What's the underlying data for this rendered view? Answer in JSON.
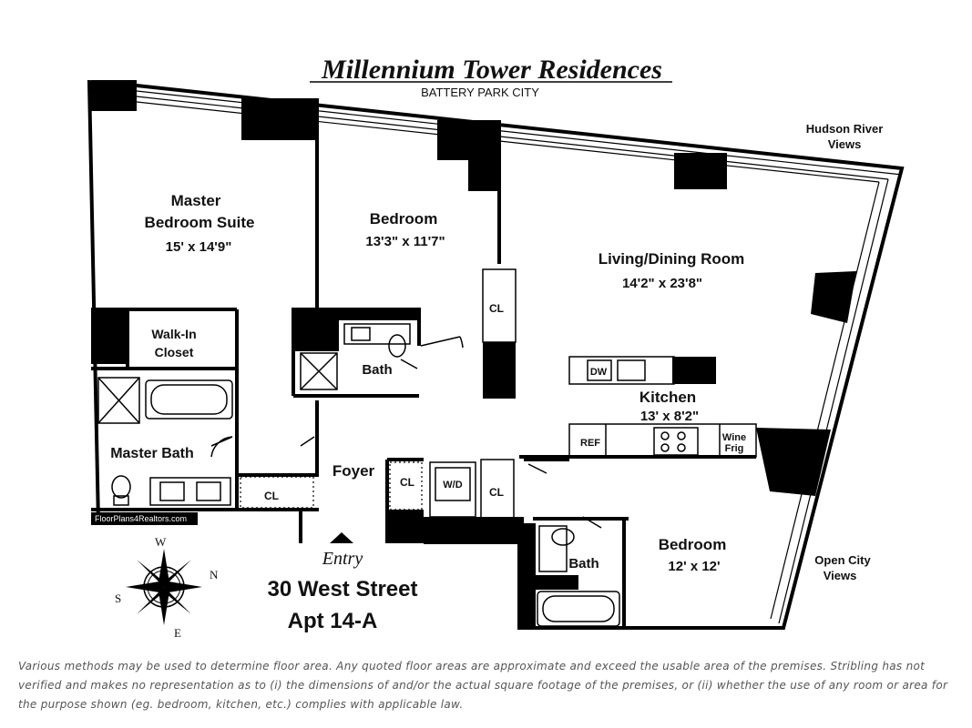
{
  "title": "Millennium Tower Residences",
  "subtitle": "BATTERY PARK CITY",
  "views": {
    "hudson_line1": "Hudson River",
    "hudson_line2": "Views",
    "city_line1": "Open City",
    "city_line2": "Views"
  },
  "rooms": {
    "master_name1": "Master",
    "master_name2": "Bedroom Suite",
    "master_dim": "15' x 14'9\"",
    "bedroom1_name": "Bedroom",
    "bedroom1_dim": "13'3\" x 11'7\"",
    "living_name": "Living/Dining Room",
    "living_dim": "14'2\" x 23'8\"",
    "kitchen_name": "Kitchen",
    "kitchen_dim": "13' x 8'2\"",
    "bedroom2_name": "Bedroom",
    "bedroom2_dim": "12' x 12'",
    "walkin_line1": "Walk-In",
    "walkin_line2": "Closet",
    "master_bath": "Master Bath",
    "bath1": "Bath",
    "bath2": "Bath",
    "foyer": "Foyer",
    "entry": "Entry"
  },
  "fixtures": {
    "closet": "CL",
    "dishwasher": "DW",
    "refrigerator": "REF",
    "washer_dryer": "W/D",
    "wine_line1": "Wine",
    "wine_line2": "Frig"
  },
  "watermark": "FloorPlans4Realtors.com",
  "address": {
    "street": "30 West Street",
    "apt": "Apt 14-A"
  },
  "compass": {
    "n": "N",
    "s": "S",
    "e": "E",
    "w": "W"
  },
  "disclaimer": "Various methods may be used to determine floor area. Any quoted floor areas are approximate and exceed the usable area of the premises. Stribling has not verified and makes no representation as to (i) the dimensions of and/or the actual square footage of the premises, or (ii) whether the use of any room or area for the purpose shown (eg. bedroom, kitchen, etc.) complies with applicable law."
}
